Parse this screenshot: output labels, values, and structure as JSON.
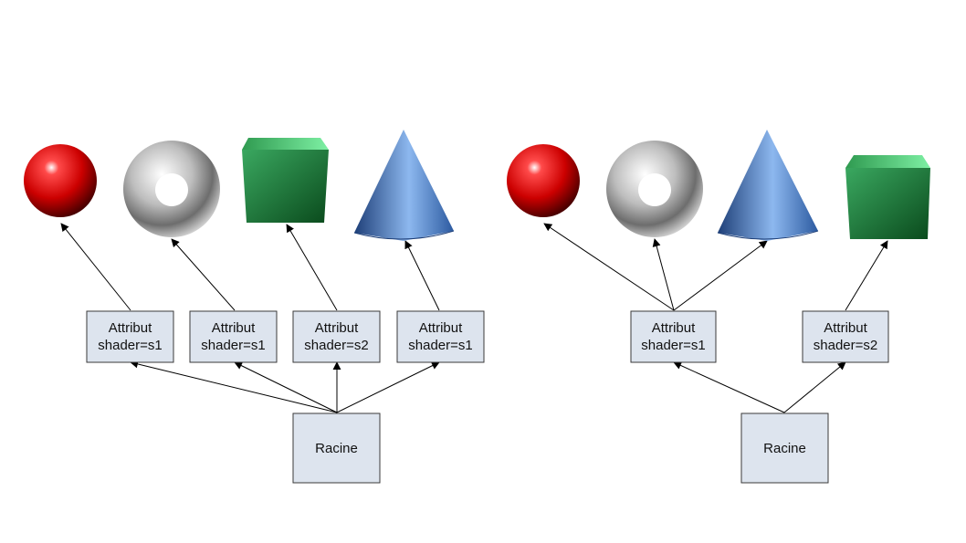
{
  "colors": {
    "box_fill": "#dde4ee",
    "box_stroke": "#3a3a3a",
    "arrow": "#000000",
    "sphere": "#cc0000",
    "torus": "#c8c8c8",
    "cube": "#1e8a3c",
    "cone": "#4a7ec8"
  },
  "diagrams": [
    {
      "root": {
        "label": "Racine"
      },
      "attributes": [
        {
          "line1": "Attribut",
          "line2": "shader=s1"
        },
        {
          "line1": "Attribut",
          "line2": "shader=s1"
        },
        {
          "line1": "Attribut",
          "line2": "shader=s2"
        },
        {
          "line1": "Attribut",
          "line2": "shader=s1"
        }
      ],
      "shapes": [
        {
          "icon": "sphere-icon"
        },
        {
          "icon": "torus-icon"
        },
        {
          "icon": "cube-icon"
        },
        {
          "icon": "cone-icon"
        }
      ]
    },
    {
      "root": {
        "label": "Racine"
      },
      "attributes": [
        {
          "line1": "Attribut",
          "line2": "shader=s1"
        },
        {
          "line1": "Attribut",
          "line2": "shader=s2"
        }
      ],
      "shapes": [
        {
          "icon": "sphere-icon"
        },
        {
          "icon": "torus-icon"
        },
        {
          "icon": "cone-icon"
        },
        {
          "icon": "cube-icon"
        }
      ]
    }
  ]
}
